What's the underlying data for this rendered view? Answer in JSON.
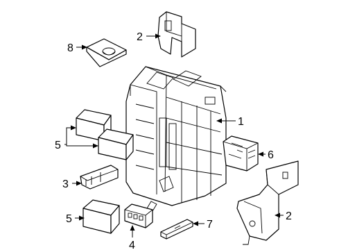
{
  "callouts": {
    "c1": "1",
    "c2_top": "2",
    "c2_bottom": "2",
    "c3": "3",
    "c4": "4",
    "c5_top": "5",
    "c5_bottom": "5",
    "c6": "6",
    "c7": "7",
    "c8": "8"
  }
}
